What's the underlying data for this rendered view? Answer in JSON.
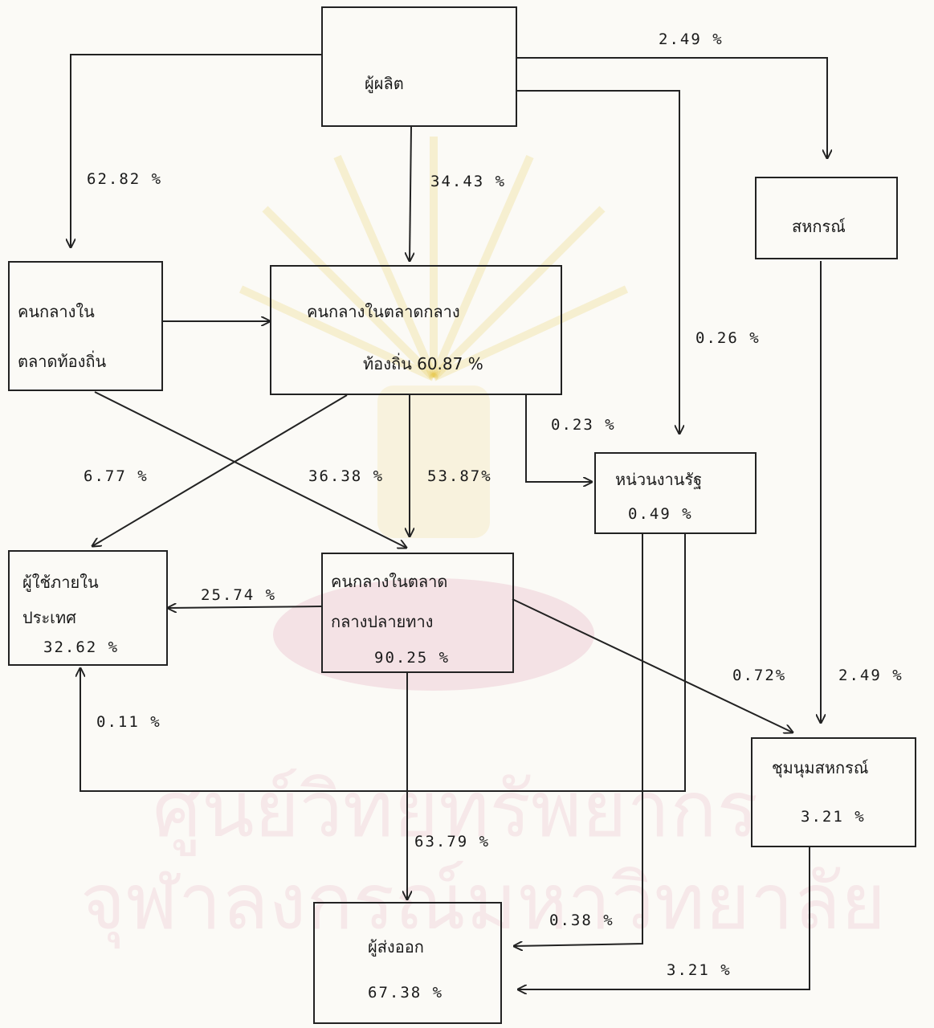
{
  "diagram": {
    "nodes": {
      "producer": {
        "name": "ผู้ผลิต"
      },
      "cooperative": {
        "name": "สหกรณ์"
      },
      "local_middleman": {
        "name_line1": "คนกลางใน",
        "name_line2": "ตลาดท้องถิ่น"
      },
      "central_middleman": {
        "name_line1": "คนกลางในตลาดกลาง",
        "name_line2": "ท้องถิ่น 60.87 %"
      },
      "government": {
        "name": "หน่วนงานรัฐ",
        "share": "0.49 %"
      },
      "domestic_users": {
        "name_line1": "ผู้ใช้ภายใน",
        "name_line2": "ประเทศ",
        "share": "32.62 %"
      },
      "terminal_middleman": {
        "name_line1": "คนกลางในตลาด",
        "name_line2": "กลางปลายทาง",
        "share": "90.25 %"
      },
      "coop_federation": {
        "name": "ชุมนุมสหกรณ์",
        "share": "3.21 %"
      },
      "exporter": {
        "name": "ผู้ส่งออก",
        "share": "67.38 %"
      }
    },
    "flows": [
      {
        "label": "2.49 %"
      },
      {
        "label": "62.82 %"
      },
      {
        "label": "34.43 %"
      },
      {
        "label": "0.26 %"
      },
      {
        "label": "0.23 %"
      },
      {
        "label": "6.77 %"
      },
      {
        "label": "36.38 %"
      },
      {
        "label": "53.87%"
      },
      {
        "label": "25.74 %"
      },
      {
        "label": "0.72%"
      },
      {
        "label": "2.49 %"
      },
      {
        "label": "0.11 %"
      },
      {
        "label": "63.79 %"
      },
      {
        "label": "0.38 %"
      },
      {
        "label": "3.21 %"
      }
    ]
  },
  "watermark": {
    "line1": "ศูนย์วิทยทรัพยากร",
    "line2": "จุฬาลงกรณ์มหาวิทยาลัย"
  }
}
